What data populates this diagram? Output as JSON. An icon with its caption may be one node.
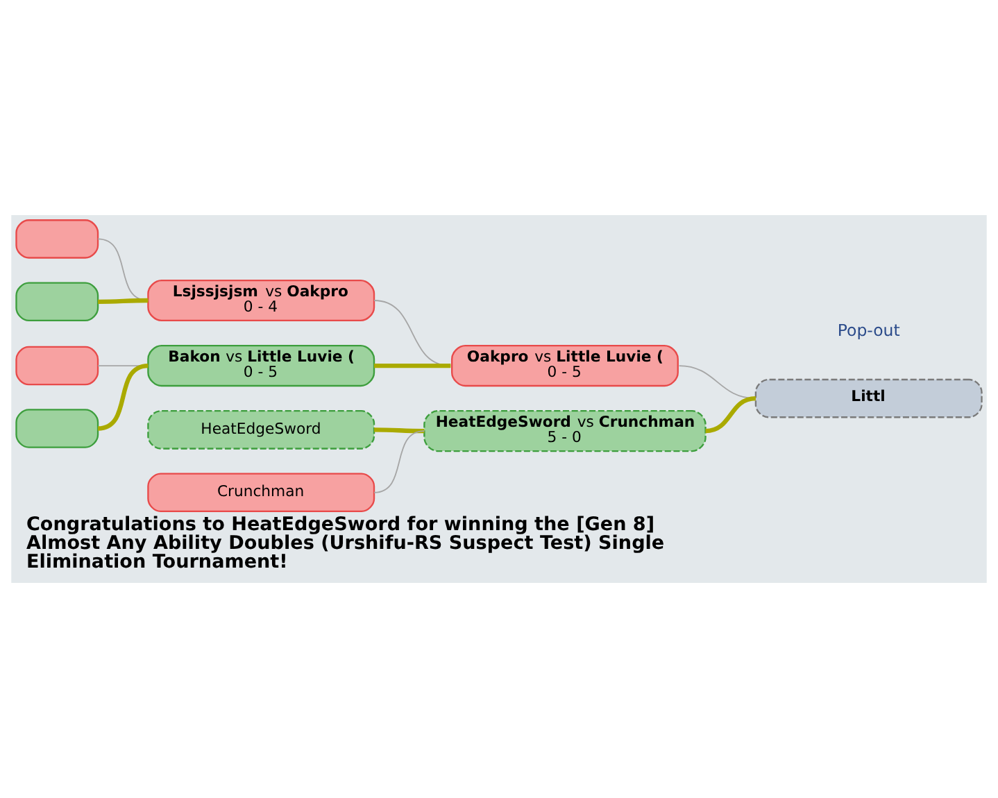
{
  "diagram": {
    "caption": "Congratulations to HeatEdgeSword for winning the [Gen 8] Almost Any Ability Doubles (Urshifu-RS Suspect Test) Single Elimination Tournament!",
    "nodes": [
      {
        "text": [],
        "shape": "box"
      },
      {
        "text": [],
        "shape": "box"
      },
      {
        "text": [],
        "shape": "box"
      },
      {
        "text": [],
        "shape": "box"
      },
      {
        "text": [
          "**Lsjssjsjsm** vs **Oakpro**",
          "0 - 4"
        ]
      },
      {
        "text": [
          "**Bakon** vs **Little Luvie (**",
          "0 - 5"
        ]
      },
      {
        "text": [
          "HeatEdgeSword"
        ]
      },
      {
        "text": [
          "Crunchman"
        ]
      },
      {
        "text": [
          "**Oakpro** vs **Little Luvie (**",
          "0 - 5"
        ]
      },
      {
        "text": [
          "**HeatEdgeSword** vs **Crunchman**",
          "5 - 0"
        ]
      },
      {
        "text": [
          "**Littl**"
        ]
      }
    ],
    "edges": [
      {
        "from": 0,
        "to": 4,
        "arrow": "none"
      },
      {
        "from": 1,
        "to": 4,
        "arrow": "none",
        "style": "thick",
        "color": "#aaaa00"
      },
      {
        "from": 2,
        "to": 5,
        "arrow": "none"
      },
      {
        "from": 3,
        "to": 5,
        "arrow": "none",
        "style": "thick",
        "color": "#aaaa00"
      },
      {
        "from": 4,
        "to": 8,
        "arrow": "none"
      },
      {
        "from": 5,
        "to": 8,
        "arrow": "none",
        "style": "thick",
        "color": "#aaaa00"
      },
      {
        "from": 6,
        "to": 9,
        "arrow": "none",
        "style": "thick",
        "color": "#aaaa00"
      },
      {
        "from": 7,
        "to": 9,
        "arrow": "none"
      },
      {
        "from": 8,
        "to": 10,
        "arrow": "none"
      },
      {
        "from": 9,
        "to": 10,
        "arrow": "none",
        "style": "thick",
        "color": "#aaaa00"
      }
    ],
    "labels": [
      "Pop-out"
    ]
  }
}
